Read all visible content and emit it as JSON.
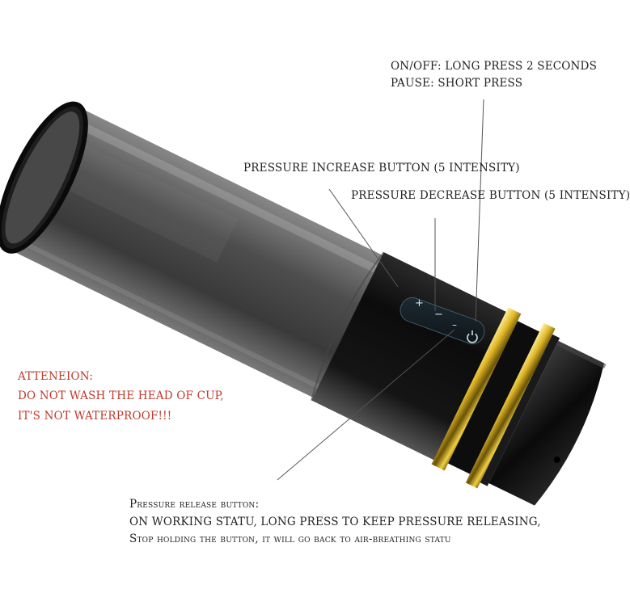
{
  "annotations": {
    "onoff_line1": "ON/OFF: LONG PRESS 2 SECONDS",
    "onoff_line2": "PAUSE: SHORT PRESS",
    "increase": "PRESSURE INCREASE BUTTON (5 INTENSITY)",
    "decrease": "PRESSURE DECREASE BUTTON (5 INTENSITY)",
    "release_title": "Pressure release button:",
    "release_line1": "ON WORKING STATU, LONG PRESS TO KEEP PRESSURE RELEASING,",
    "release_line2": "Stop holding the button, it will go back to air-breathing statu"
  },
  "warning": {
    "line1": "ATTENEION:",
    "line2": "DO NOT WASH THE HEAD OF CUP,",
    "line3": "IT'S NOT WATERPROOF!!!"
  },
  "control_panel": {
    "plus_symbol": "+",
    "minus_symbol": "−",
    "release_symbol": "–",
    "power_icon": "power-icon"
  },
  "colors": {
    "warning_text": "#c0392b",
    "gold_ring": "#e0b828",
    "body_black": "#111111"
  }
}
